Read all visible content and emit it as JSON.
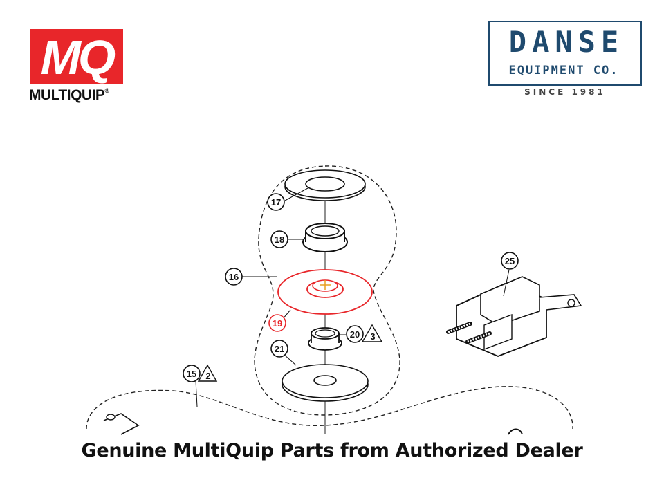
{
  "brand_left": {
    "letters": "MQ",
    "name": "MULTIQUIP",
    "reg": "®",
    "color": "#e8262a"
  },
  "brand_right": {
    "name": "DANSE",
    "subtitle": "EQUIPMENT CO.",
    "since": "SINCE 1981",
    "color": "#1f4a6e"
  },
  "callouts": {
    "c15": "15",
    "c16": "16",
    "c17": "17",
    "c18": "18",
    "c19": "19",
    "c20": "20",
    "c21": "21",
    "c25": "25",
    "n2": "2",
    "n3": "3"
  },
  "highlight_color": "#e8262a",
  "footer": {
    "caption": "Genuine MultiQuip Parts from Authorized Dealer"
  }
}
